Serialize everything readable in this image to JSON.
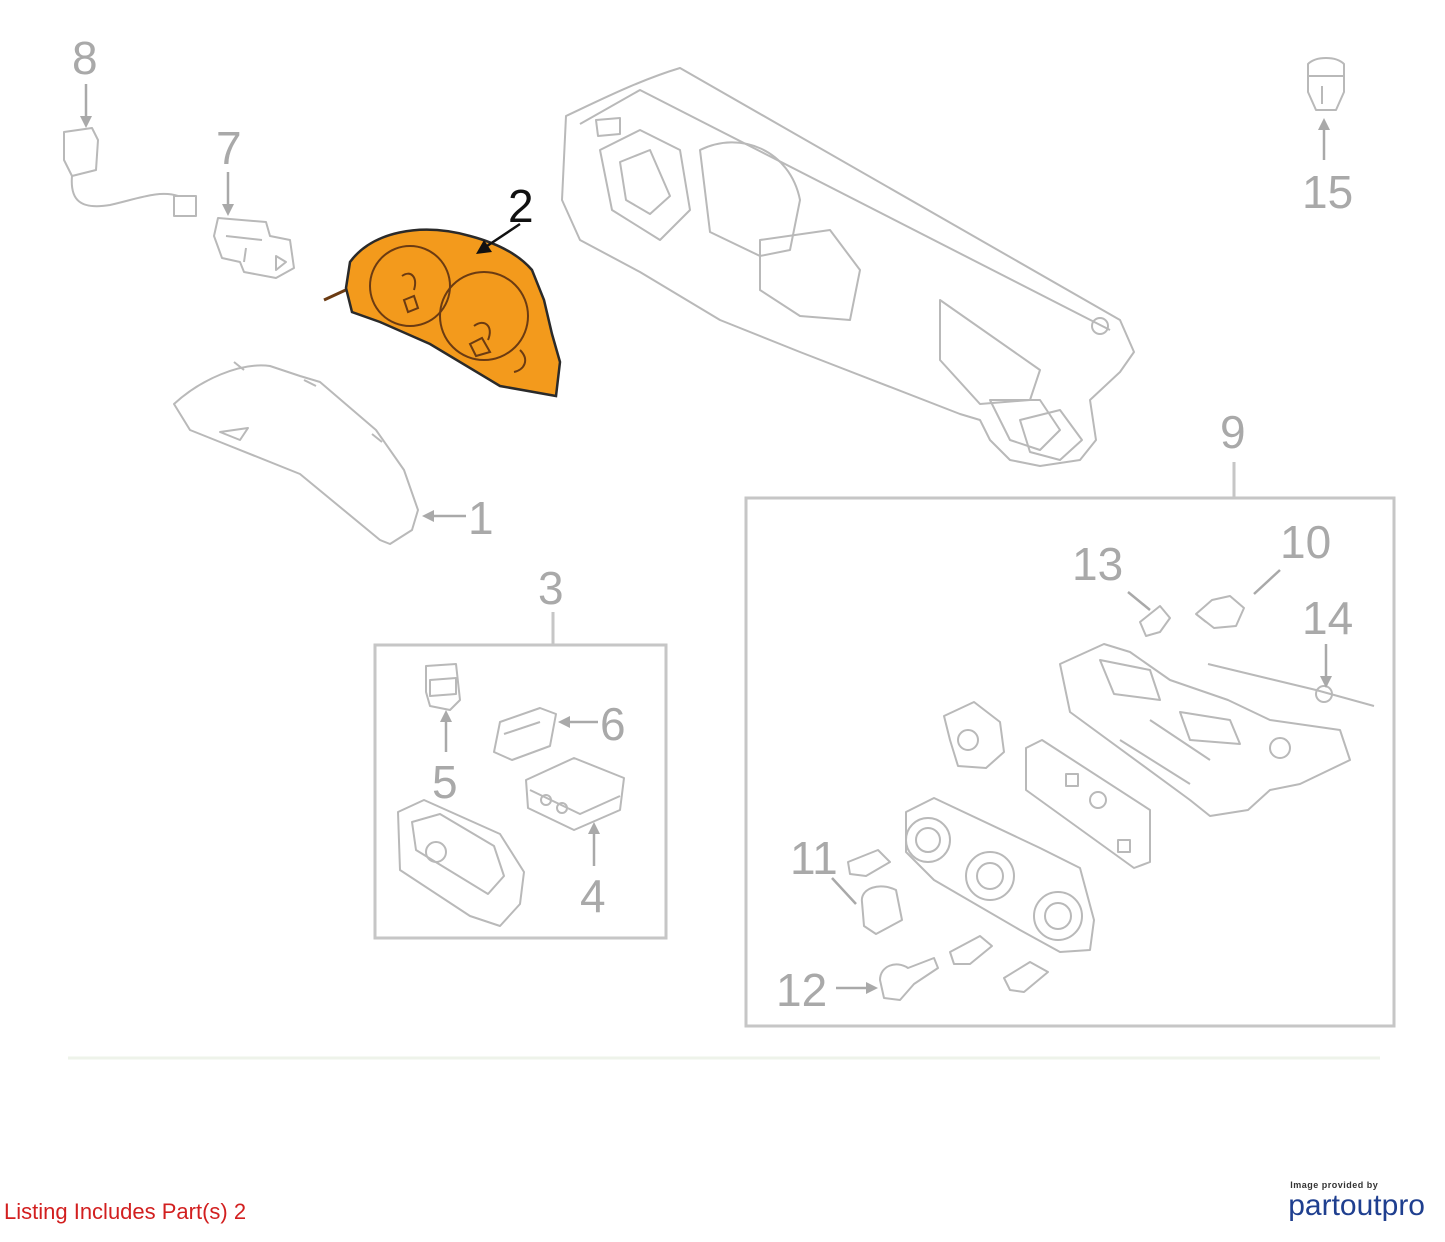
{
  "diagram": {
    "callouts": {
      "p1": "1",
      "p2": "2",
      "p3": "3",
      "p4": "4",
      "p5": "5",
      "p6": "6",
      "p7": "7",
      "p8": "8",
      "p9": "9",
      "p10": "10",
      "p11": "11",
      "p12": "12",
      "p13": "13",
      "p14": "14",
      "p15": "15"
    },
    "highlighted_part": "2",
    "colors": {
      "highlight_fill": "#f39a1c",
      "line_gray": "#b9b9b9",
      "label_gray": "#a9a9a9",
      "listing_red": "#d21f1f",
      "brand_blue": "#1f3f8f"
    }
  },
  "footer": {
    "listing_text": "Listing Includes Part(s) 2",
    "brand_caption": "Image provided by",
    "brand_name": "partoutpro"
  }
}
